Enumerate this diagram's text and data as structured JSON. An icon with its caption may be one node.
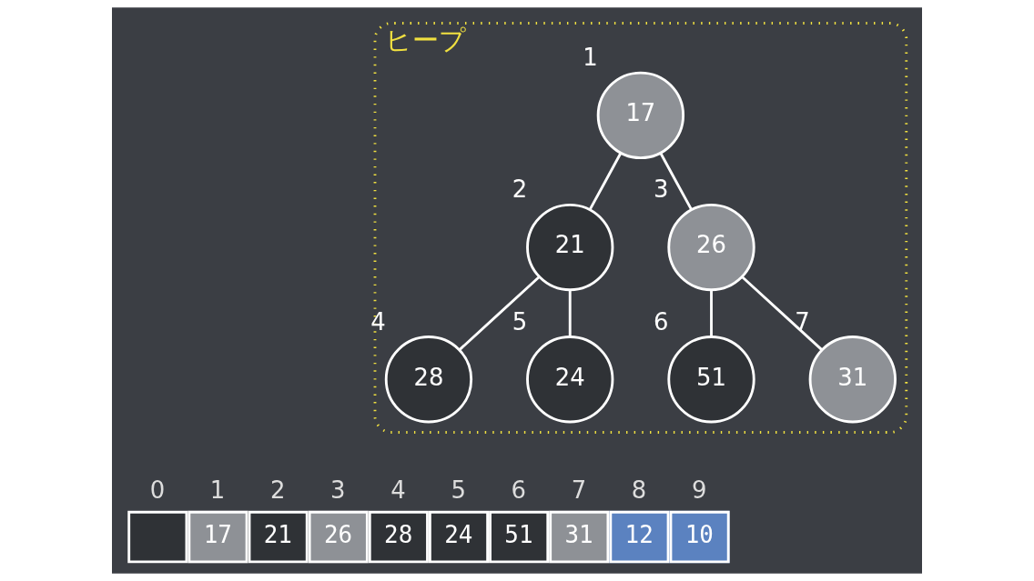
{
  "diagram": {
    "nodes": [
      {
        "text": [
          "ヒープ"
        ]
      },
      {
        "text": [
          "17"
        ],
        "in": 0,
        "beside": [
          "1"
        ]
      },
      {
        "text": [
          "21"
        ],
        "in": 0,
        "beside": [
          "2"
        ]
      },
      {
        "text": [
          "26"
        ],
        "in": 0,
        "beside": [
          "3"
        ]
      },
      {
        "text": [
          "28"
        ],
        "in": 0,
        "beside": [
          "4"
        ]
      },
      {
        "text": [
          "24"
        ],
        "in": 0,
        "beside": [
          "5"
        ]
      },
      {
        "text": [
          "51"
        ],
        "in": 0,
        "beside": [
          "6"
        ]
      },
      {
        "text": [
          "31"
        ],
        "in": 0,
        "beside": [
          "7"
        ]
      }
    ],
    "edges": [
      {
        "from": 1,
        "to": 2,
        "arrow": "none"
      },
      {
        "from": 1,
        "to": 3,
        "arrow": "none"
      },
      {
        "from": 2,
        "to": 4,
        "arrow": "none"
      },
      {
        "from": 2,
        "to": 5,
        "arrow": "none"
      },
      {
        "from": 3,
        "to": 6,
        "arrow": "none"
      },
      {
        "from": 3,
        "to": 7,
        "arrow": "none"
      }
    ],
    "labels": [
      "0",
      "1",
      "2",
      "3",
      "4",
      "5",
      "6",
      "7",
      "8",
      "9",
      "17",
      "21",
      "26",
      "28",
      "24",
      "51",
      "31",
      "12",
      "10"
    ]
  }
}
